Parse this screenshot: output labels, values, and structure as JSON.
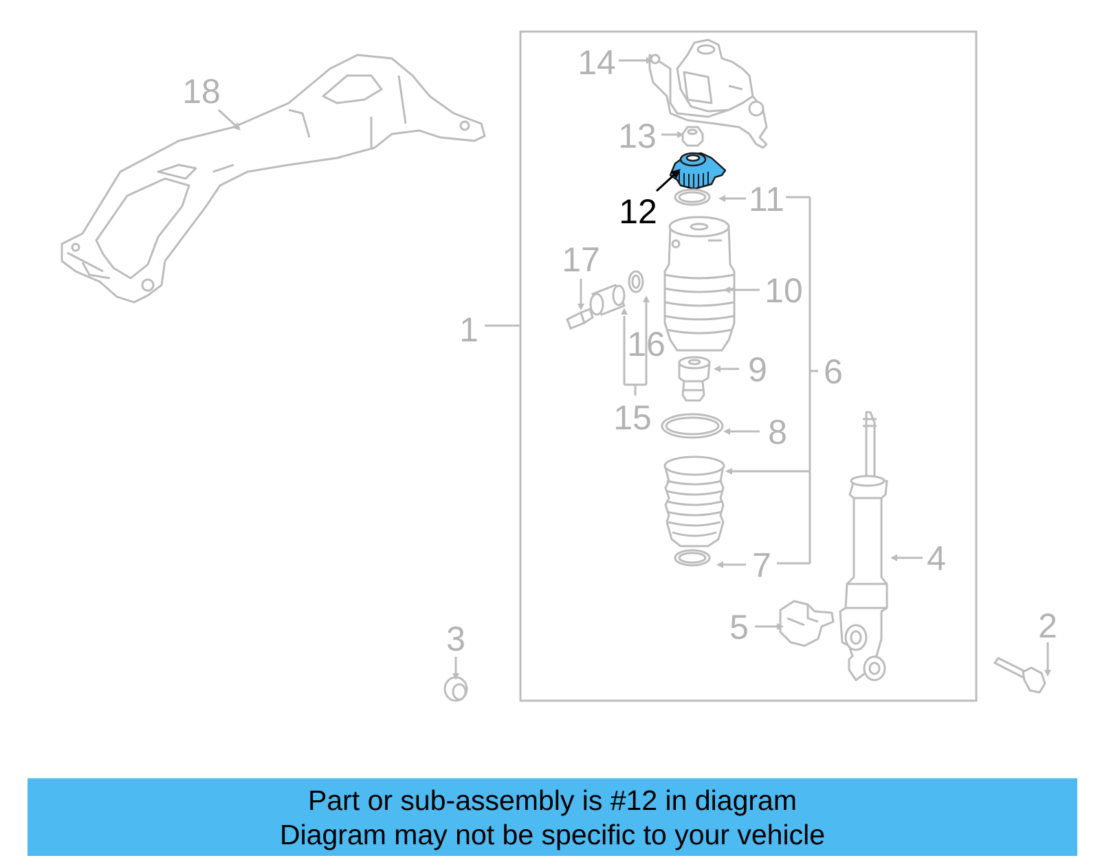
{
  "colors": {
    "part_line": "#bcbcbc",
    "label_gray": "#b3b3b3",
    "highlight_fill": "#4db8ef",
    "highlight_stroke": "#1a1a1a",
    "banner_bg": "#4dbaf2",
    "highlight_label": "#000000"
  },
  "callouts": {
    "c1": "1",
    "c2": "2",
    "c3": "3",
    "c4": "4",
    "c5": "5",
    "c6": "6",
    "c7": "7",
    "c8": "8",
    "c9": "9",
    "c10": "10",
    "c11": "11",
    "c12": "12",
    "c13": "13",
    "c14": "14",
    "c15": "15",
    "c16": "16",
    "c17": "17",
    "c18": "18"
  },
  "banner": {
    "line1": "Part or sub-assembly is #12 in diagram",
    "line2": "Diagram may not be specific to your vehicle"
  }
}
